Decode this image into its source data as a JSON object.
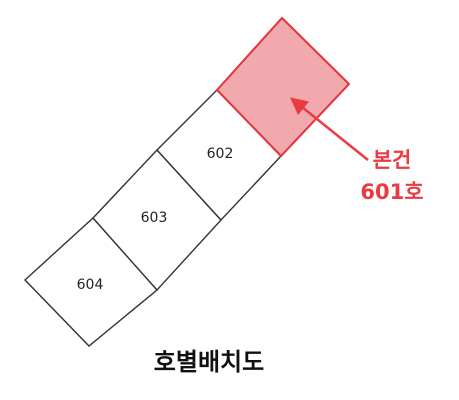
{
  "units": [
    {
      "id": "601",
      "label": "",
      "highlighted": true
    },
    {
      "id": "602",
      "label": "602",
      "highlighted": false
    },
    {
      "id": "603",
      "label": "603",
      "highlighted": false
    },
    {
      "id": "604",
      "label": "604",
      "highlighted": false
    }
  ],
  "annotation": {
    "line1": "본건",
    "line2": "601호"
  },
  "caption": "호별배치도",
  "colors": {
    "highlight_fill": "#f2a9ad",
    "highlight_stroke": "#e5323c",
    "annotation_text": "#ea3b43",
    "outline": "#333333",
    "caption": "#111111"
  }
}
